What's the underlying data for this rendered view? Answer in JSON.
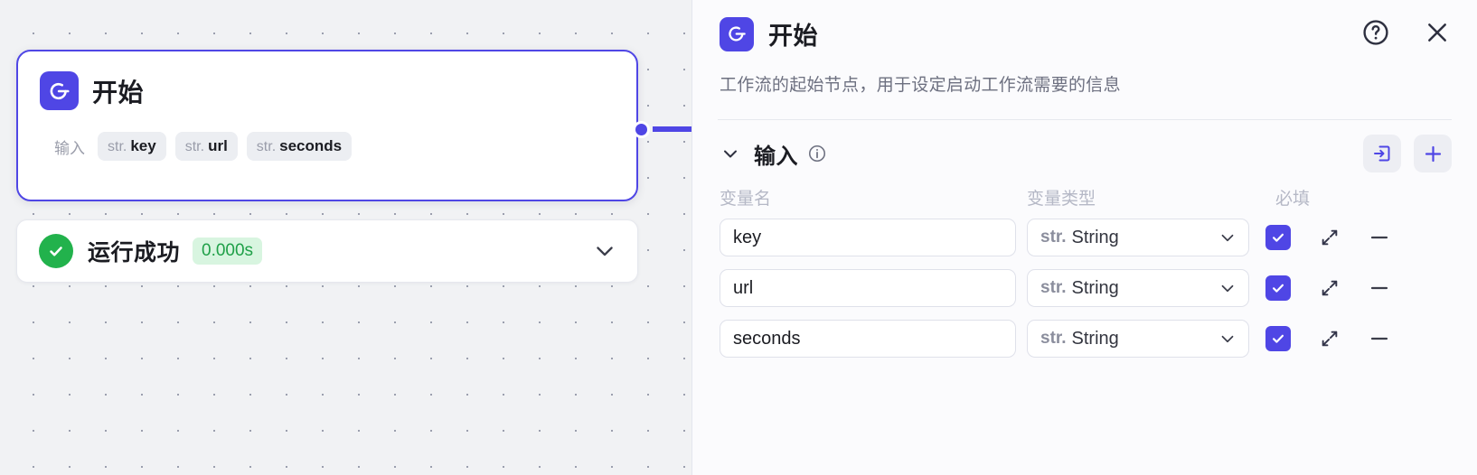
{
  "canvas": {
    "node": {
      "icon": "start-node-icon",
      "title": "开始",
      "inputs_label": "输入",
      "chips": [
        {
          "type": "str.",
          "name": "key"
        },
        {
          "type": "str.",
          "name": "url"
        },
        {
          "type": "str.",
          "name": "seconds"
        }
      ]
    },
    "status": {
      "icon": "check-circle-icon",
      "text": "运行成功",
      "duration": "0.000s",
      "chevron": "chevron-down-icon"
    }
  },
  "panel": {
    "icon": "start-node-icon",
    "title": "开始",
    "help_icon": "help-circle-icon",
    "close_icon": "close-icon",
    "description": "工作流的起始节点，用于设定启动工作流需要的信息",
    "section": {
      "collapse_icon": "chevron-down-icon",
      "title": "输入",
      "info_icon": "info-circle-icon",
      "import_icon": "import-variables-icon",
      "add_icon": "plus-icon",
      "columns": {
        "name": "变量名",
        "type": "变量类型",
        "required": "必填"
      },
      "rows": [
        {
          "name": "key",
          "type_prefix": "str.",
          "type_label": "String",
          "required": true,
          "expand_icon": "expand-icon",
          "remove_icon": "minus-icon"
        },
        {
          "name": "url",
          "type_prefix": "str.",
          "type_label": "String",
          "required": true,
          "expand_icon": "expand-icon",
          "remove_icon": "minus-icon"
        },
        {
          "name": "seconds",
          "type_prefix": "str.",
          "type_label": "String",
          "required": true,
          "expand_icon": "expand-icon",
          "remove_icon": "minus-icon"
        }
      ]
    }
  },
  "colors": {
    "accent": "#4f46e5",
    "success": "#22b24c",
    "success_badge_bg": "#d8f5e0",
    "canvas_bg": "#f1f2f4",
    "panel_bg": "#fbfbfd",
    "muted_text": "#9a9daa"
  }
}
